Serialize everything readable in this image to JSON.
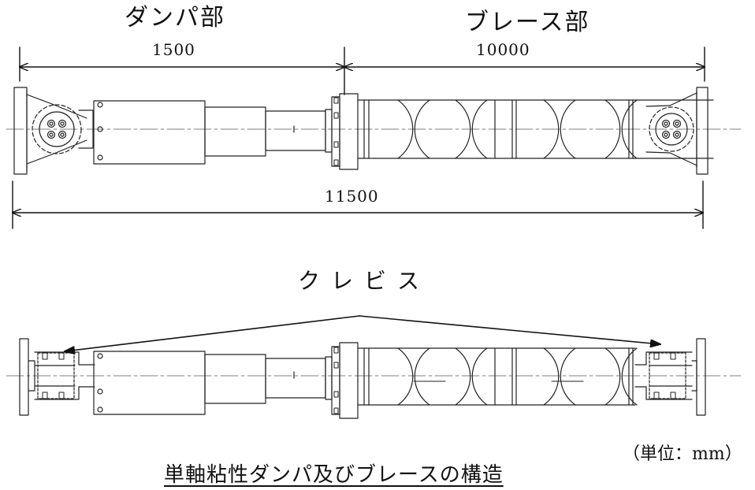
{
  "labels": {
    "damper_section": "ダンパ部",
    "brace_section": "ブレース部",
    "damper_length": "1500",
    "brace_length": "10000",
    "total_length": "11500",
    "clevis": "クレビス",
    "unit": "（単位：mm）",
    "caption": "単軸粘性ダンパ及びブレースの構造"
  }
}
